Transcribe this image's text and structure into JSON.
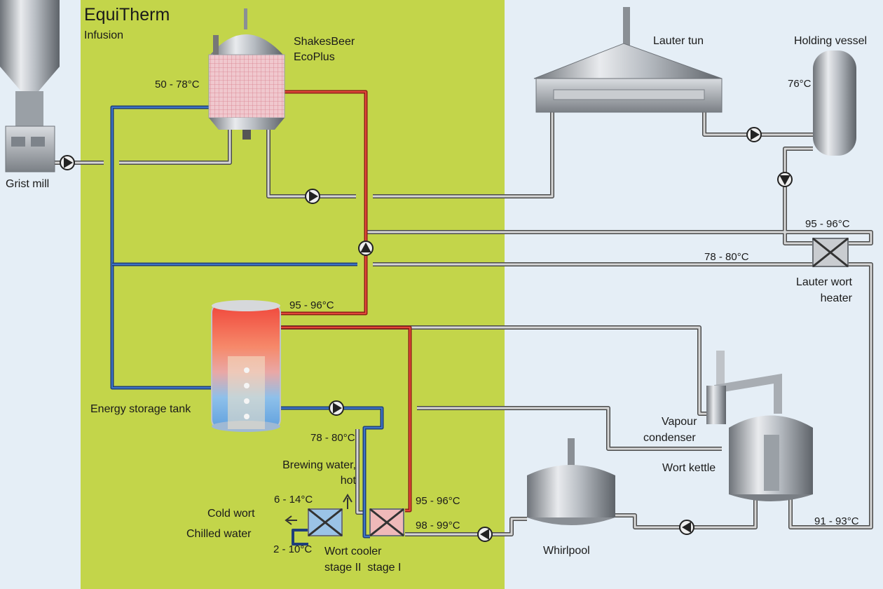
{
  "colors": {
    "green_zone": "#c3d54a",
    "background": "#e5eef6",
    "hot_line": "#d8372a",
    "cold_line": "#1f4f9a",
    "wort_line": "#888888"
  },
  "header": {
    "title": "EquiTherm",
    "subtitle": "Infusion"
  },
  "equipment": {
    "grist_mill": "Grist mill",
    "mash_tun_line1": "ShakesBeer",
    "mash_tun_line2": "EcoPlus",
    "lauter_tun": "Lauter tun",
    "holding_vessel": "Holding vessel",
    "lauter_wort_heater_line1": "Lauter wort",
    "lauter_wort_heater_line2": "heater",
    "energy_storage_tank": "Energy storage tank",
    "vapour_condenser_line1": "Vapour",
    "vapour_condenser_line2": "condenser",
    "wort_kettle": "Wort kettle",
    "whirlpool": "Whirlpool",
    "wort_cooler_line1": "Wort cooler",
    "wort_cooler_line2": "stage II  stage I",
    "brewing_water_line1": "Brewing water,",
    "brewing_water_line2": "hot",
    "cold_wort": "Cold wort",
    "chilled_water": "Chilled water"
  },
  "temperatures": {
    "mash": "50 - 78°C",
    "holding": "76°C",
    "heater_in": "95 - 96°C",
    "heater_out": "78 - 80°C",
    "storage_top": "95 - 96°C",
    "cooler_return": "78 - 80°C",
    "cold_wort": "6 - 14°C",
    "chilled_water": "2 - 10°C",
    "cooler_hot": "95 - 96°C",
    "cooler_wort_in": "98 - 99°C",
    "kettle": "91 - 93°C"
  }
}
